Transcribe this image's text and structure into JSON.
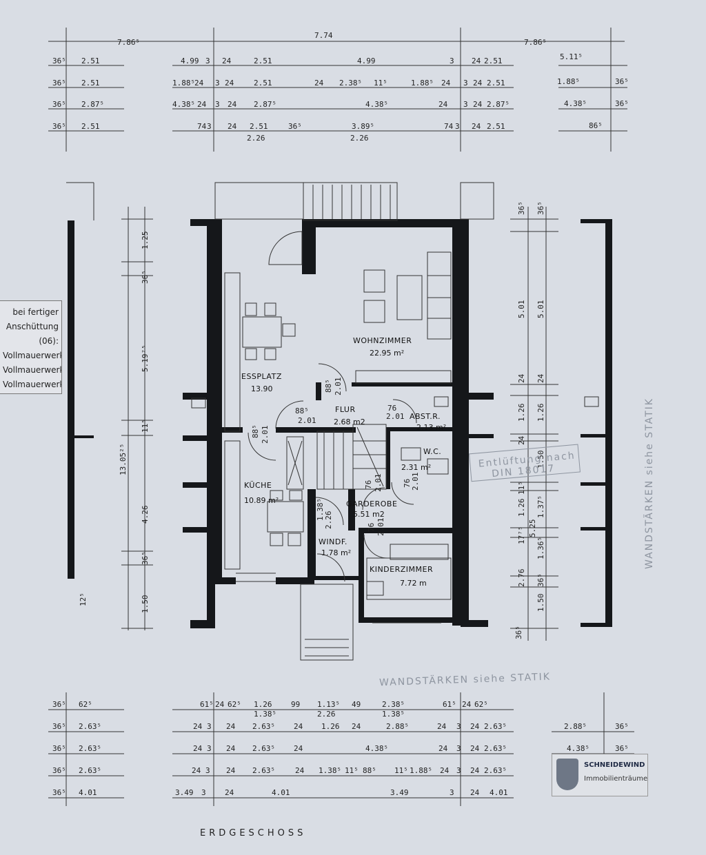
{
  "title": "ERDGESCHOSS",
  "stamp_text": "WANDSTÄRKEN siehe STATIK",
  "vent_note": [
    "Entlüftung nach",
    "DIN 18017"
  ],
  "note_lines": [
    "bei fertiger",
    "Anschüttung",
    "(06):",
    "Vollmauerwerk",
    "Vollmauerwerk",
    "Vollmauerwerk"
  ],
  "logo": {
    "name": "SCHNEIDEWIND",
    "tagline": "Immobilienträume"
  },
  "rooms": [
    {
      "name": "WOHNZIMMER",
      "area": "22.95 m²"
    },
    {
      "name": "ESSPLATZ",
      "area": "13.90"
    },
    {
      "name": "FLUR",
      "area": "2.68 m2"
    },
    {
      "name": "ABST.R.",
      "area": "2.13 m²"
    },
    {
      "name": "W.C.",
      "area": "2.31 m²"
    },
    {
      "name": "KÜCHE",
      "area": "10.89 m²"
    },
    {
      "name": "GARDEROBE",
      "area": "5.51 m2"
    },
    {
      "name": "WINDF.",
      "area": "1.78 m²"
    },
    {
      "name": "KINDERZIMMER",
      "area": "7.72 m"
    }
  ],
  "dims_top": {
    "overall": [
      "7.86⁵",
      "7.74",
      "7.86⁵"
    ],
    "left_rows": [
      [
        "36⁵",
        "2.51"
      ],
      [
        "36⁵",
        "2.51"
      ],
      [
        "36⁵",
        "2.87⁵"
      ],
      [
        "36⁵",
        "2.51"
      ]
    ],
    "center_rows": [
      [
        "4.99",
        "3",
        "24",
        "2.51",
        "4.99",
        "3",
        "24",
        "2.51"
      ],
      [
        "1.88⁵",
        "24",
        "3",
        "24",
        "2.51",
        "24",
        "2.38⁵",
        "11⁵",
        "1.88⁵",
        "24",
        "3",
        "24",
        "2.51"
      ],
      [
        "4.38⁵",
        "24",
        "3",
        "24",
        "2.87⁵",
        "4.38⁵",
        "24",
        "3",
        "24",
        "2.87⁵"
      ],
      [
        "74",
        "3",
        "24",
        "2.51",
        "36⁵",
        "3.89⁵",
        "74",
        "3",
        "24",
        "2.51"
      ]
    ],
    "center_sub": [
      "2.26",
      "2.26"
    ],
    "right_rows": [
      [
        "5.11⁵"
      ],
      [
        "1.88⁵",
        "36⁵"
      ],
      [
        "4.38⁵",
        "36⁵"
      ],
      [
        "86⁵"
      ]
    ]
  },
  "dims_bottom": {
    "left_rows": [
      [
        "36⁵",
        "62⁵"
      ],
      [
        "36⁵",
        "2.63⁵"
      ],
      [
        "36⁵",
        "2.63⁵"
      ],
      [
        "36⁵",
        "2.63⁵"
      ],
      [
        "36⁵",
        "4.01"
      ]
    ],
    "center_rows": [
      [
        "61⁵",
        "24",
        "62⁵",
        "1.26",
        "99",
        "1.13⁵",
        "49",
        "2.38⁵",
        "61⁵",
        "24",
        "62⁵"
      ],
      [
        "1.38⁵",
        "2.26",
        "1.38⁵"
      ],
      [
        "24",
        "3",
        "24",
        "2.63⁵",
        "24",
        "1.26",
        "24",
        "2.88⁵",
        "24",
        "3",
        "24",
        "2.63⁵"
      ],
      [
        "24",
        "3",
        "24",
        "2.63⁵",
        "24",
        "4.38⁵",
        "24",
        "3",
        "24",
        "2.63⁵"
      ],
      [
        "24",
        "3",
        "24",
        "2.63⁵",
        "24",
        "1.38⁵",
        "11⁵",
        "88⁵",
        "11⁵",
        "1.88⁵",
        "24",
        "3",
        "24",
        "2.63⁵"
      ],
      [
        "3.49",
        "3",
        "24",
        "4.01",
        "3.49",
        "3",
        "24",
        "4.01"
      ]
    ],
    "right_rows": [
      [
        "2.88⁵",
        "36⁵"
      ],
      [
        "4.38⁵",
        "36⁵"
      ]
    ]
  },
  "dims_left_vertical": [
    "1.25",
    "36⁵",
    "5.19⁷⁵",
    "11⁵",
    "4.26",
    "36⁵",
    "1.50",
    "13.05²⁵",
    "12⁵"
  ],
  "dims_right_vertical": [
    "36⁵",
    "36⁵",
    "5.01",
    "5.01",
    "24",
    "24",
    "1.26",
    "1.26",
    "24",
    "1.50",
    "11⁵",
    "1.26",
    "1.37⁵",
    "17⁷⁵",
    "1.36⁵",
    "5.25",
    "2.76",
    "36⁵",
    "1.50",
    "36⁵"
  ],
  "door_dims": [
    "88⁵",
    "2.01",
    "88⁵",
    "2.01",
    "88⁵",
    "2.01",
    "76",
    "2.01",
    "76",
    "2.01",
    "76",
    "2.01",
    "1.38⁵",
    "2.26",
    "76",
    "2.01"
  ]
}
